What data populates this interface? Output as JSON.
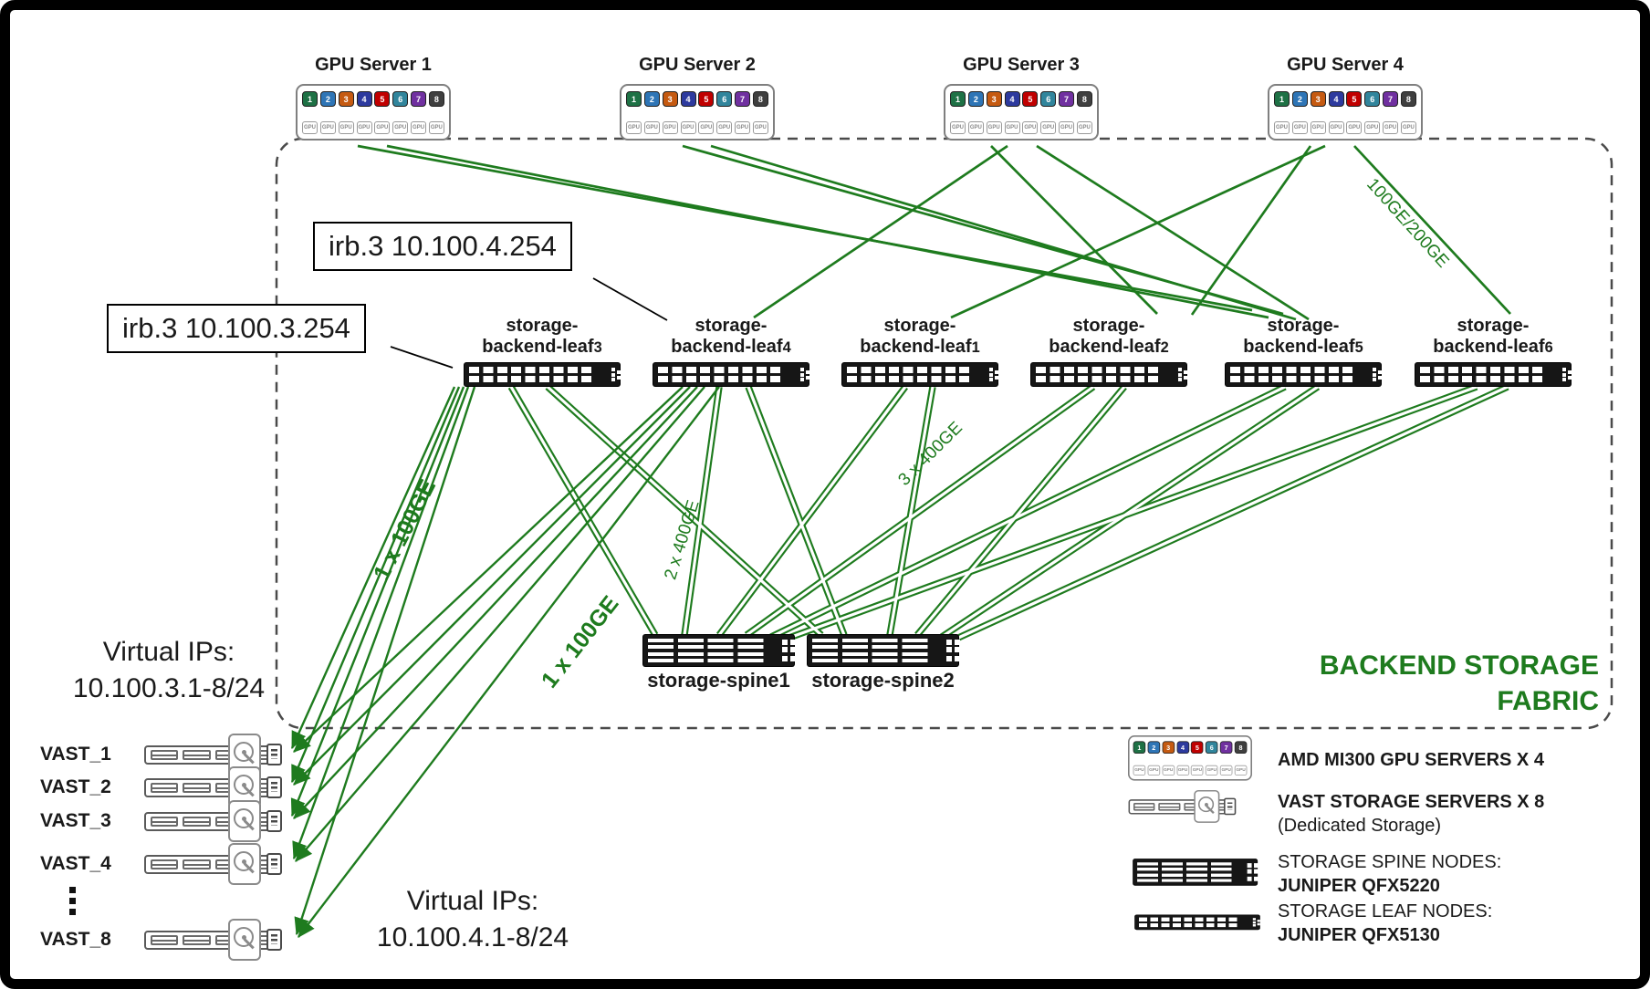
{
  "colors": {
    "line_green": "#1e7b1e",
    "chip_colors": [
      "#1e7145",
      "#2e75b6",
      "#c55a11",
      "#2d3a9e",
      "#c00000",
      "#31859c",
      "#7030a0",
      "#3f3f3f"
    ]
  },
  "gpu_chip": {
    "numbers": [
      "1",
      "2",
      "3",
      "4",
      "5",
      "6",
      "7",
      "8"
    ],
    "sub_label": "GPU"
  },
  "gpu_servers": [
    {
      "title": "GPU Server 1"
    },
    {
      "title": "GPU Server 2"
    },
    {
      "title": "GPU Server 3"
    },
    {
      "title": "GPU Server 4"
    }
  ],
  "callouts": {
    "irb4": "irb.3 10.100.4.254",
    "irb3": "irb.3 10.100.3.254"
  },
  "leaves": [
    {
      "line1": "storage-",
      "prefix": "backend-leaf",
      "num": "3"
    },
    {
      "line1": "storage-",
      "prefix": "backend-leaf",
      "num": "4"
    },
    {
      "line1": "storage-",
      "prefix": "backend-leaf",
      "num": "1"
    },
    {
      "line1": "storage-",
      "prefix": "backend-leaf",
      "num": "2"
    },
    {
      "line1": "storage-",
      "prefix": "backend-leaf",
      "num": "5"
    },
    {
      "line1": "storage-",
      "prefix": "backend-leaf",
      "num": "6"
    }
  ],
  "spines": [
    {
      "label": "storage-spine1"
    },
    {
      "label": "storage-spine2"
    }
  ],
  "vast_servers": [
    {
      "label": "VAST_1"
    },
    {
      "label": "VAST_2"
    },
    {
      "label": "VAST_3"
    },
    {
      "label": "VAST_4"
    },
    {
      "label": "VAST_8"
    }
  ],
  "virtual_ips_left": {
    "title": "Virtual IPs:",
    "range": "10.100.3.1-8/24"
  },
  "virtual_ips_bottom": {
    "title": "Virtual IPs:",
    "range": "10.100.4.1-8/24"
  },
  "link_labels": {
    "vast_leaf3": "1 x 100GE",
    "vast_leaf4": "1 x 100GE",
    "leaf_spine_2x": "2 x 400GE",
    "leaf_spine_3x": "3 x 400GE",
    "gpu_leaf": "100GE/200GE"
  },
  "fabric_title": {
    "line1": "BACKEND STORAGE",
    "line2": "FABRIC"
  },
  "legend": {
    "gpu": {
      "label": "AMD MI300 GPU SERVERS X 4"
    },
    "vast": {
      "label": "VAST STORAGE SERVERS X 8",
      "sub": "(Dedicated Storage)"
    },
    "spine": {
      "label": "STORAGE SPINE NODES:",
      "model": "JUNIPER QFX5220"
    },
    "leaf": {
      "label": "STORAGE LEAF NODES:",
      "model": "JUNIPER QFX5130"
    }
  }
}
